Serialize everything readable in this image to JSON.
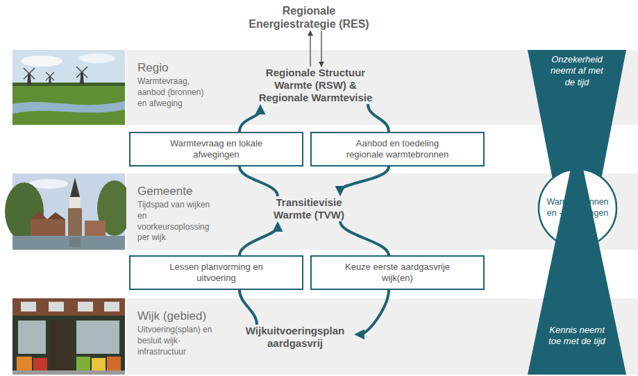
{
  "diagram": {
    "nodes": [
      {
        "text": [
          "Regionale Energiestrategie (RES)"
        ]
      },
      {
        "text": [
          "Regio",
          "Warmtevraag, aanbod (bronnen) en afweging"
        ]
      },
      {
        "text": [
          "Regionale Structuur Warmte (RSW) & Regionale Warmtevisie"
        ],
        "in": 1
      },
      {
        "text": [
          "Warmtevraag en lokale afwegingen"
        ]
      },
      {
        "text": [
          "Aanbod en toedeling regionale warmtebronnen"
        ]
      },
      {
        "text": [
          "Gemeente",
          "Tijdspad van wijken en voorkeursoplossing per wijk"
        ]
      },
      {
        "text": [
          "Transitievisie Warmte (TVW)"
        ],
        "in": 5
      },
      {
        "text": [
          "Lessen planvorming en uitvoering"
        ]
      },
      {
        "text": [
          "Keuze eerste aardgasvrije wijk(en)"
        ]
      },
      {
        "text": [
          "Wijk (gebied)",
          "Uitvoering(splan) en besluit wijk-infrastructuur"
        ]
      },
      {
        "text": [
          "Wijkuitvoeringsplan aardgasvrij"
        ],
        "in": 9
      },
      {
        "text": [
          "Onzekerheid neemt af met de tijd"
        ]
      },
      {
        "text": [
          "Warmtebronnen en -oplossingen"
        ]
      },
      {
        "text": [
          "Kennis neemt toe met de tijd"
        ]
      }
    ],
    "edges": [
      {
        "from": 2,
        "to": 0,
        "arrow": "to"
      },
      {
        "from": 0,
        "to": 2,
        "arrow": "to"
      },
      {
        "from": 6,
        "to": 3,
        "arrow": "none"
      },
      {
        "from": 3,
        "to": 2,
        "arrow": "to"
      },
      {
        "from": 2,
        "to": 4,
        "arrow": "none"
      },
      {
        "from": 4,
        "to": 6,
        "arrow": "to"
      },
      {
        "from": 10,
        "to": 7,
        "arrow": "none"
      },
      {
        "from": 7,
        "to": 6,
        "arrow": "to"
      },
      {
        "from": 6,
        "to": 8,
        "arrow": "none"
      },
      {
        "from": 8,
        "to": 10,
        "arrow": "to"
      }
    ]
  }
}
